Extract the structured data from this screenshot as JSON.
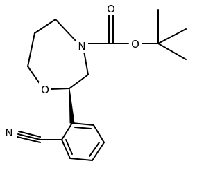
{
  "structure": {
    "atoms": {
      "ring_nitrogen": "N",
      "ring_oxygen": "O",
      "carbonyl_oxygen": "O",
      "ester_oxygen": "O",
      "nitrile_nitrogen": "N"
    },
    "stereocenter": "wedge",
    "colors": {
      "bonds": "#000000",
      "background": "#ffffff"
    }
  }
}
